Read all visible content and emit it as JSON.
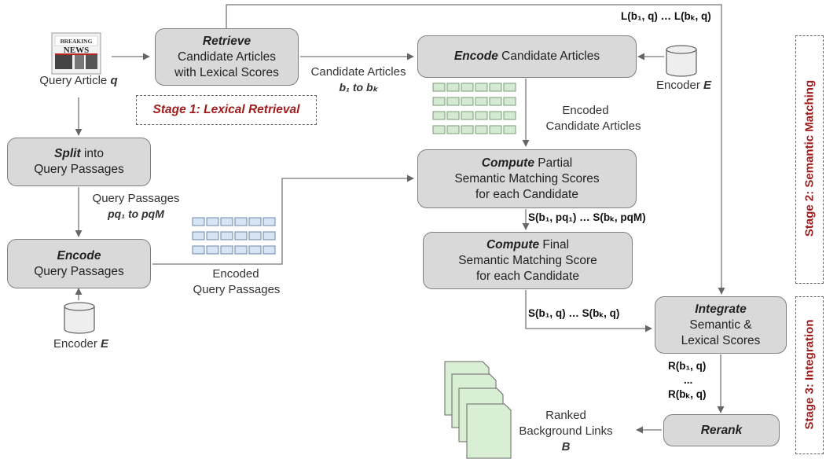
{
  "nodes": {
    "retrieve": {
      "verb": "Retrieve",
      "line2": "Candidate Articles",
      "line3": "with Lexical Scores"
    },
    "encode_candidates": {
      "verb": "Encode",
      "rest": " Candidate Articles"
    },
    "split": {
      "verb": "Split",
      "rest": " into",
      "line2": "Query Passages"
    },
    "encode_query": {
      "verb": "Encode",
      "line2": "Query Passages"
    },
    "compute_partial": {
      "verb": "Compute",
      "rest": " Partial",
      "line2": "Semantic Matching Scores",
      "line3": "for each Candidate"
    },
    "compute_final": {
      "verb": "Compute",
      "rest": " Final",
      "line2": "Semantic Matching Score",
      "line3": "for each Candidate"
    },
    "integrate": {
      "verb": "Integrate",
      "line2": "Semantic &",
      "line3": "Lexical Scores"
    },
    "rerank": {
      "verb": "Rerank"
    }
  },
  "labels": {
    "query_article": "Query Article",
    "query_symbol": "q",
    "candidate_articles": "Candidate Articles",
    "b1_to_bk": "b₁ to bₖ",
    "encoded_candidates_1": "Encoded",
    "encoded_candidates_2": "Candidate Articles",
    "query_passages": "Query Passages",
    "pq1_to_pqM": "pq₁ to pqM",
    "encoded_query_1": "Encoded",
    "encoded_query_2": "Query Passages",
    "encoder_top": "Encoder",
    "encoder_bottom": "Encoder",
    "encoder_symbol": "E",
    "ranked_1": "Ranked",
    "ranked_2": "Background Links",
    "ranked_symbol": "B",
    "newspaper_text_1": "BREAKING",
    "newspaper_text_2": "NEWS"
  },
  "formulas": {
    "lexical": "L(b₁, q) … L(bₖ, q)",
    "partial": "S(b₁, pq₁) … S(bₖ, pqM)",
    "final": "S(b₁, q) … S(bₖ, q)",
    "r1": "R(b₁, q)",
    "rdots": "...",
    "rk": "R(bₖ, q)"
  },
  "stages": {
    "stage1": "Stage 1: Lexical Retrieval",
    "stage2": "Stage 2: Semantic Matching",
    "stage3": "Stage 3: Integration"
  },
  "colors": {
    "box_fill": "#d9d9d9",
    "candidate_grid": "#d5ead2",
    "query_grid": "#d6e4f3",
    "stage_text": "#a11d1d",
    "doc_fill": "#d9efd4"
  }
}
